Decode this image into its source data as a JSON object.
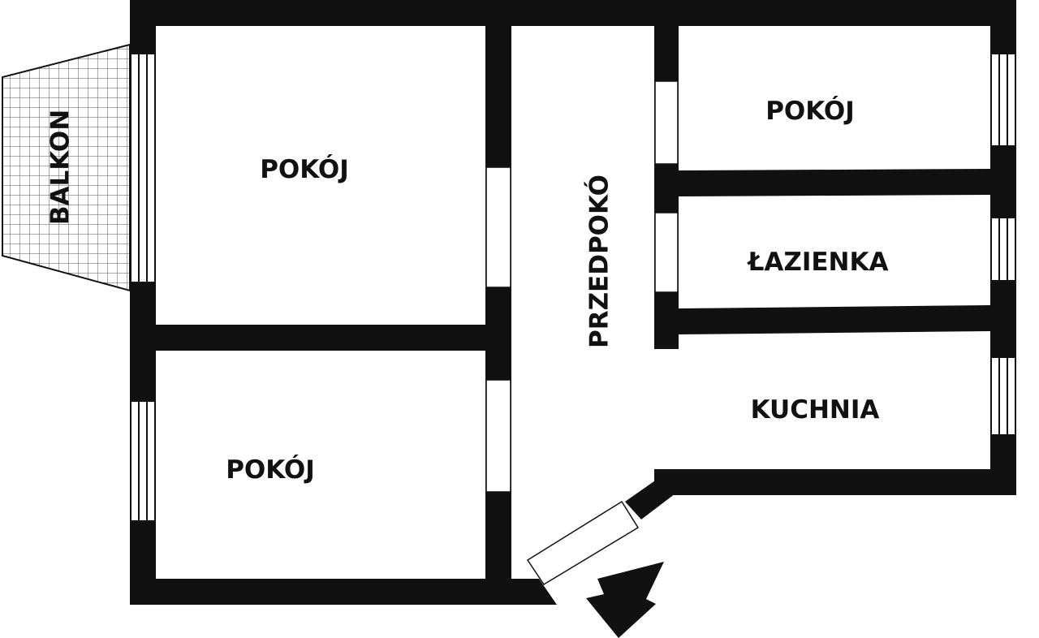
{
  "plan": {
    "wall_color": "#111111",
    "background_color": "#ffffff",
    "balcony_grid_color": "#555555",
    "rooms": {
      "room_top_left": "POKÓJ",
      "room_bottom_left": "POKÓJ",
      "room_top_right": "POKÓJ",
      "hallway": "PRZEDPOKÓ",
      "bathroom": "ŁAZIENKA",
      "kitchen": "KUCHNIA",
      "balcony": "BALKON"
    },
    "entrance_marker": "arrow-icon"
  }
}
